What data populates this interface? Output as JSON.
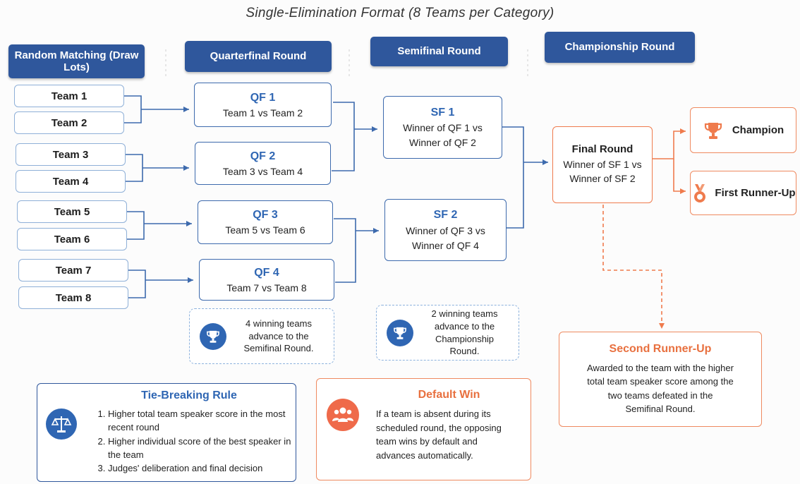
{
  "title": "Single-Elimination Format (8 Teams per Category)",
  "headers": {
    "random_matching": "Random Matching (Draw Lots)",
    "quarterfinal": "Quarterfinal Round",
    "semifinal": "Semifinal Round",
    "championship": "Championship Round"
  },
  "teams": [
    "Team 1",
    "Team 2",
    "Team 3",
    "Team 4",
    "Team 5",
    "Team 6",
    "Team 7",
    "Team 8"
  ],
  "quarterfinals": [
    {
      "label": "QF 1",
      "desc": "Team 1 vs Team 2"
    },
    {
      "label": "QF 2",
      "desc": "Team 3 vs Team 4"
    },
    {
      "label": "QF 3",
      "desc": "Team 5 vs Team 6"
    },
    {
      "label": "QF 4",
      "desc": "Team 7 vs Team 8"
    }
  ],
  "semifinals": [
    {
      "label": "SF 1",
      "line1": "Winner of QF 1 vs",
      "line2": "Winner of QF 2"
    },
    {
      "label": "SF 2",
      "line1": "Winner of QF 3 vs",
      "line2": "Winner of QF 4"
    }
  ],
  "final": {
    "label": "Final Round",
    "line1": "Winner of SF 1 vs",
    "line2": "Winner of SF 2"
  },
  "awards": {
    "champion": "Champion",
    "first_runner_up": "First Runner-Up"
  },
  "second_runner_up": {
    "title": "Second Runner-Up",
    "lines": [
      "Awarded to the team with the higher",
      "total team speaker score among the",
      "two teams defeated in the",
      "Semifinal Round."
    ]
  },
  "notes": {
    "qf": [
      "4 winning teams",
      "advance to the",
      "Semifinal Round."
    ],
    "sf": [
      "2 winning teams",
      "advance to the",
      "Championship Round."
    ]
  },
  "tie_breaking": {
    "title": "Tie-Breaking Rule",
    "rules": [
      "Higher total team speaker score in the most recent round",
      "Higher individual score of the best speaker in the team",
      "Judges' deliberation and final decision"
    ]
  },
  "default_win": {
    "title": "Default Win",
    "lines": [
      "If a team is absent during its",
      "scheduled round, the opposing",
      "team wins by default and",
      "advances automatically."
    ]
  },
  "colors": {
    "blue": "#2f579c",
    "accent_blue": "#2f66b3",
    "orange": "#ef7b4d",
    "light_blue_border": "#8fb0d8"
  }
}
